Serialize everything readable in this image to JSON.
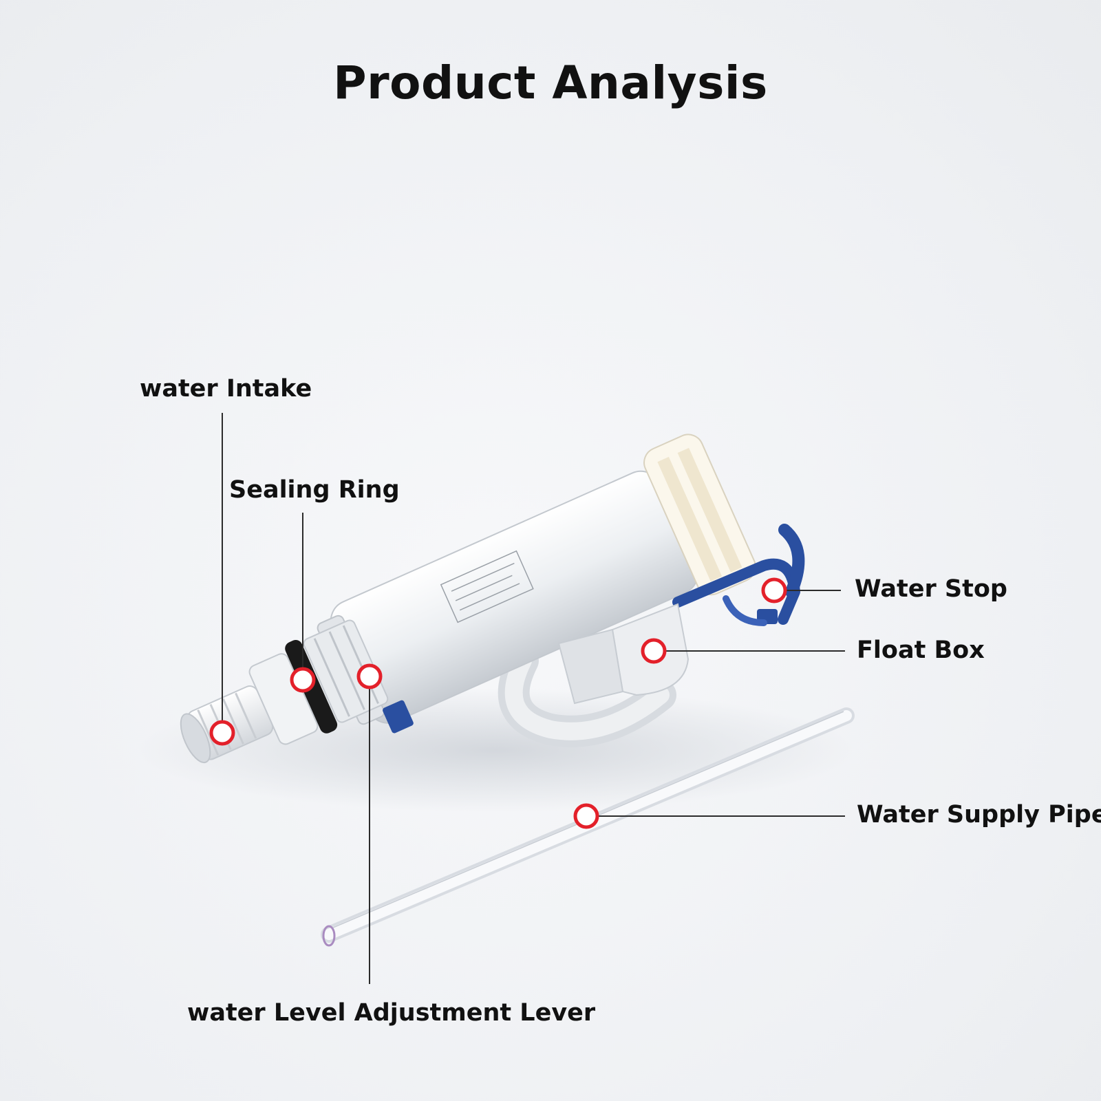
{
  "title": "Product Analysis",
  "labels": {
    "water_intake": "water Intake",
    "sealing_ring": "Sealing Ring",
    "water_stop": "Water Stop",
    "float_box": "Float Box",
    "water_supply_pipe": "Water Supply Pipe",
    "level_lever": "water Level Adjustment Lever"
  },
  "colors": {
    "marker": "#e3202a",
    "accent_blue": "#2a4fa0",
    "seal_black": "#1a1a1a"
  }
}
